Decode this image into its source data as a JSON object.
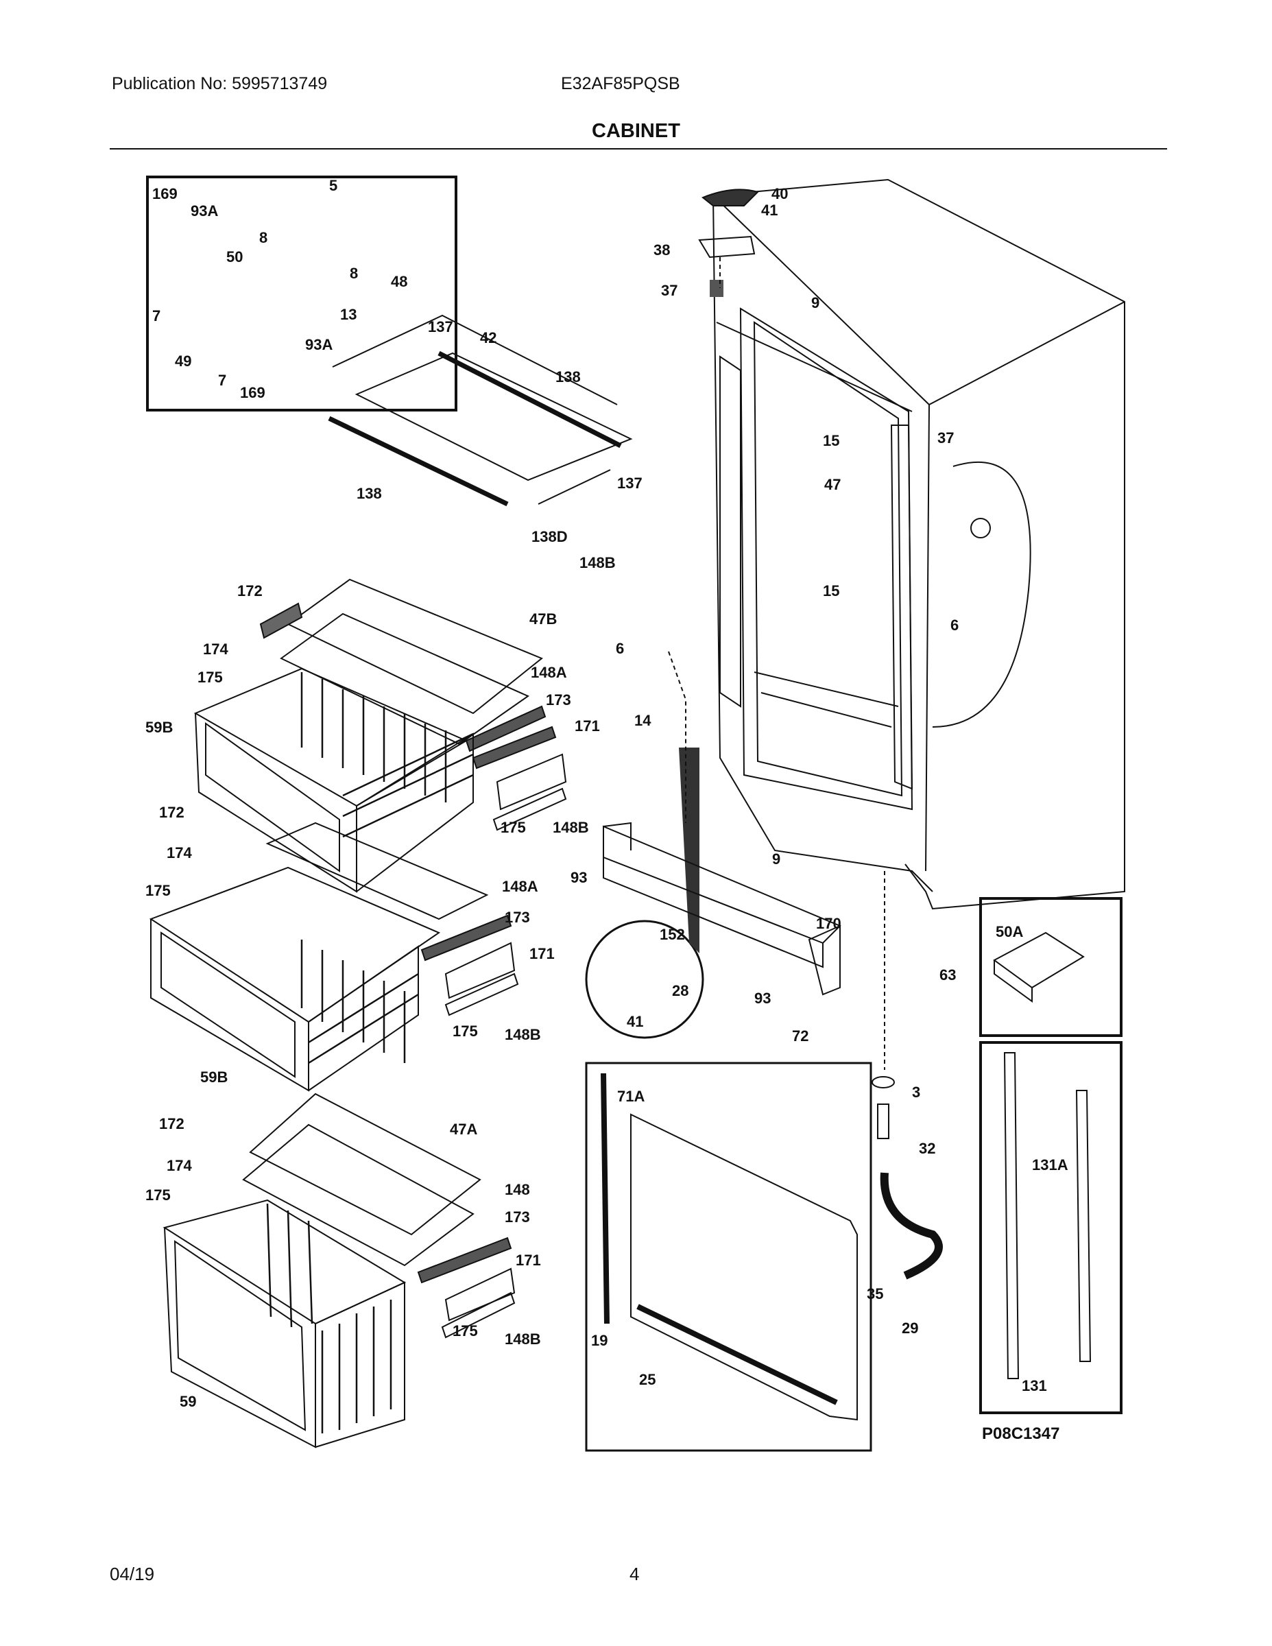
{
  "header": {
    "publication": "Publication No: 5995713749",
    "model": "E32AF85PQSB",
    "section": "CABINET"
  },
  "footer": {
    "date": "04/19",
    "page": "4"
  },
  "diagram_code": "P08C1347",
  "callouts": [
    "169",
    "93A",
    "5",
    "50",
    "8",
    "8",
    "48",
    "13",
    "7",
    "49",
    "93A",
    "7",
    "169",
    "137",
    "42",
    "138",
    "138",
    "137",
    "138D",
    "148B",
    "40",
    "41",
    "38",
    "37",
    "9",
    "37",
    "15",
    "47",
    "15",
    "6",
    "6",
    "172",
    "47B",
    "174",
    "175",
    "148A",
    "173",
    "59B",
    "171",
    "175",
    "148B",
    "172",
    "174",
    "175",
    "148A",
    "173",
    "171",
    "175",
    "148B",
    "59B",
    "14",
    "9",
    "93",
    "152",
    "28",
    "41",
    "170",
    "93",
    "72",
    "50A",
    "63",
    "172",
    "47A",
    "174",
    "175",
    "148",
    "173",
    "171",
    "175",
    "148B",
    "59",
    "71A",
    "19",
    "25",
    "3",
    "32",
    "35",
    "29",
    "131A",
    "131"
  ]
}
